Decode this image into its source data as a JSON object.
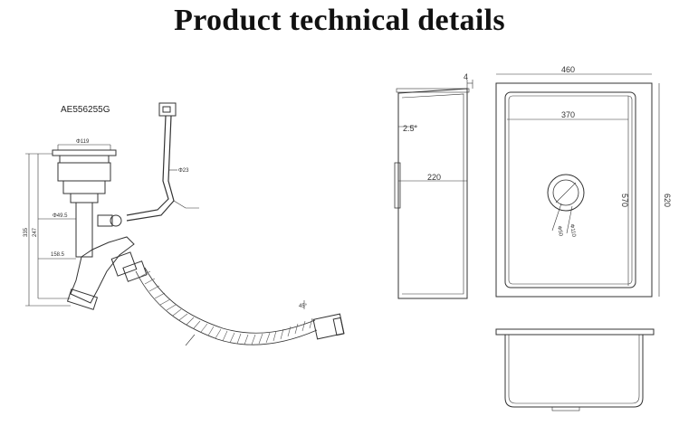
{
  "title": "Product technical details",
  "drain": {
    "model": "AE556255G",
    "d119": "Φ119",
    "d23": "Φ23",
    "d49": "Φ49.5",
    "h335": "335",
    "h247": "247",
    "d158": "158.5",
    "d45": "45°"
  },
  "sink_top": {
    "width": "460",
    "rim": "4",
    "angle": "2.5°",
    "inner_width": "370",
    "depth": "220",
    "inner_length": "570",
    "length": "620",
    "drain_d1": "Φ50",
    "drain_d2": "Φ110"
  }
}
